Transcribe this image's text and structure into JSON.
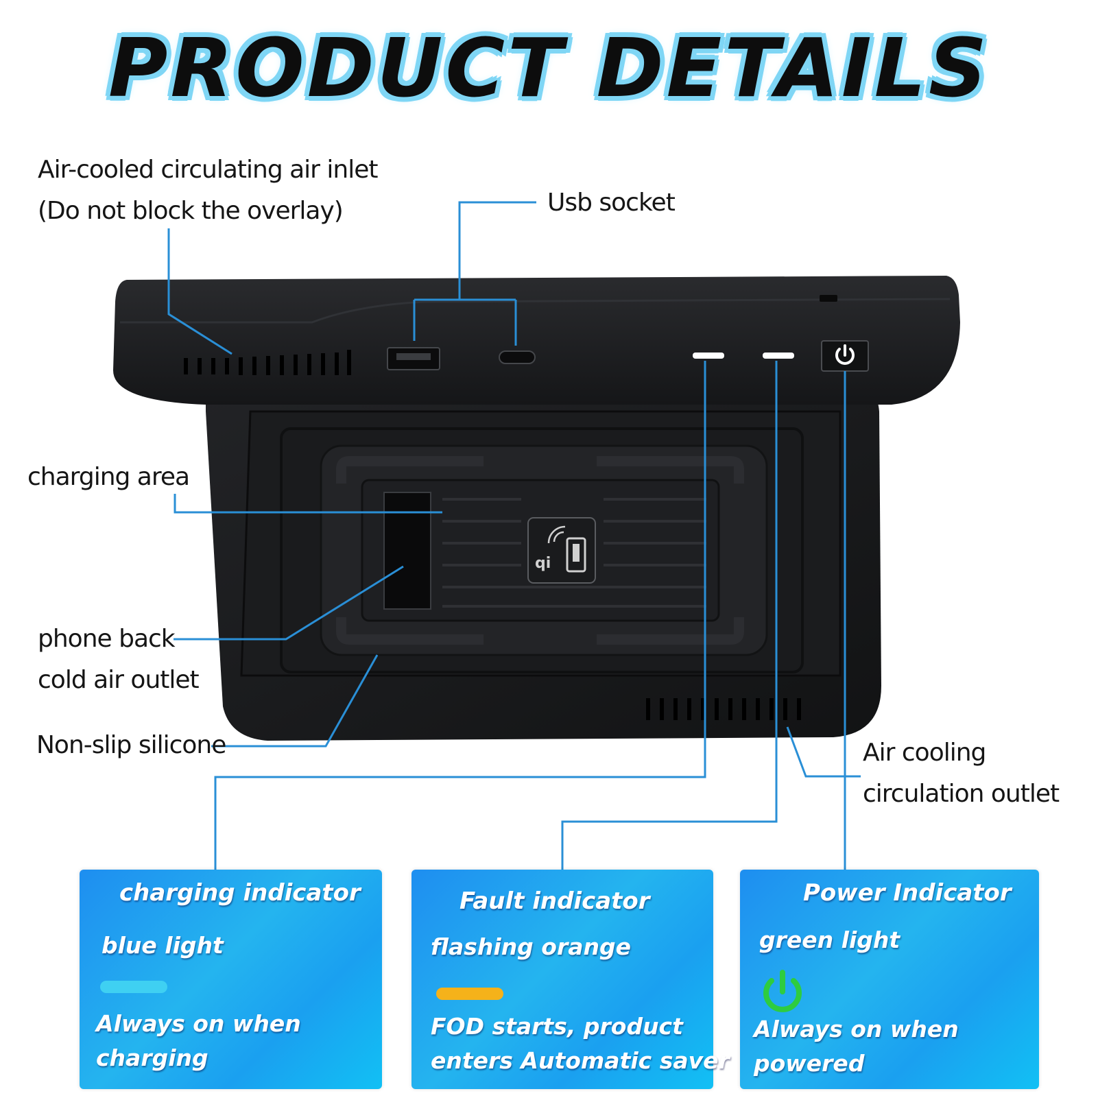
{
  "headline": "PRODUCT DETAILS",
  "callouts": {
    "air_inlet": [
      "Air-cooled circulating air inlet",
      "(Do not block the overlay)"
    ],
    "usb_socket": "Usb socket",
    "charging_area": "charging area",
    "phone_back_outlet": [
      "phone back",
      "cold air outlet"
    ],
    "non_slip": "Non-slip silicone",
    "air_cooling_outlet": [
      "Air cooling",
      "circulation outlet"
    ]
  },
  "cards": [
    {
      "title": "charging indicator",
      "light": "blue light",
      "note": [
        "Always on when",
        "charging"
      ],
      "color": "#3fd0f2"
    },
    {
      "title": "Fault indicator",
      "light": "flashing orange",
      "note": [
        "FOD starts, product",
        "enters Automatic saver"
      ],
      "color": "#f5b21a"
    },
    {
      "title": "Power Indicator",
      "light": "green light",
      "note": [
        "Always on when",
        "powered"
      ],
      "color": "#2ecc40"
    }
  ],
  "icons": {
    "wireless": "qi-wireless-charging-icon",
    "power": "power-icon"
  },
  "colors": {
    "leader": "#2a8fd6",
    "accent_glow": "#7fd6f5",
    "device": "#1d1e20"
  }
}
